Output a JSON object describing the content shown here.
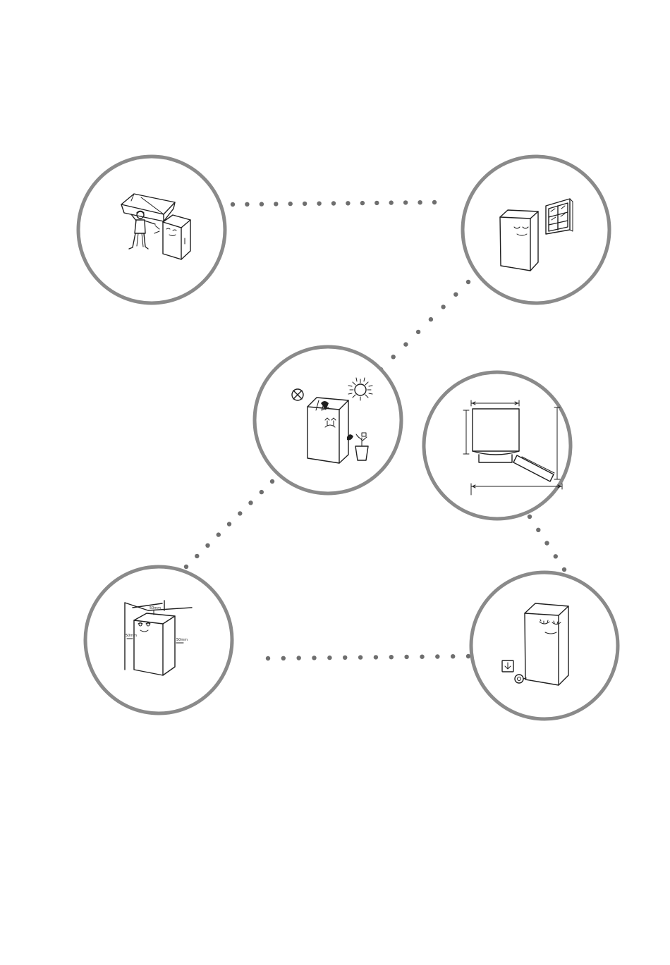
{
  "diagram": {
    "steps": [
      {
        "id": "step-carry-unbox",
        "icon": "carrying-box-icon"
      },
      {
        "id": "step-ventilation",
        "icon": "window-fridge-icon"
      },
      {
        "id": "step-no-sun-heat",
        "icon": "no-sunlight-icon"
      },
      {
        "id": "step-dimensions",
        "icon": "dimensions-icon"
      },
      {
        "id": "step-clearance",
        "icon": "wall-clearance-icon"
      },
      {
        "id": "step-plug-in",
        "icon": "power-socket-icon"
      }
    ],
    "connector_style": "dotted",
    "colors": {
      "ring": "#8a8a8a",
      "dots": "#6e6e6e",
      "ink": "#1f1f1f"
    },
    "clearance_labels": [
      "50mm",
      "50mm",
      "50mm"
    ]
  }
}
